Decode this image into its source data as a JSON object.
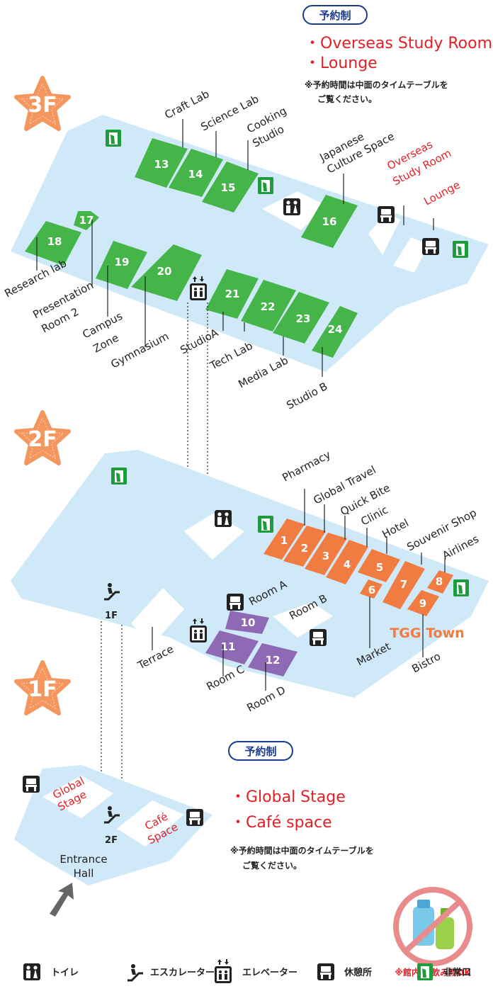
{
  "floors": {
    "f3": "3F",
    "f2": "2F",
    "f1": "1F"
  },
  "reservation_top": {
    "badge": "予約制",
    "items": [
      "・Overseas Study Room",
      "・Lounge"
    ],
    "note_line1": "※予約時間は中面のタイムテーブルを",
    "note_line2": "ご覧ください。"
  },
  "reservation_bottom": {
    "badge": "予約制",
    "items": [
      "・Global Stage",
      "・Café space"
    ],
    "note_line1": "※予約時間は中面のタイムテーブルを",
    "note_line2": "ご覧ください。"
  },
  "rooms_3f": [
    {
      "num": "13",
      "label": "Craft Lab"
    },
    {
      "num": "14",
      "label": "Science Lab"
    },
    {
      "num": "15",
      "label_lines": [
        "Cooking",
        "Studio"
      ]
    },
    {
      "num": "16",
      "label_lines": [
        "Japanese",
        "Culture Space"
      ]
    },
    {
      "num": "17",
      "label_lines": [
        "Presentation",
        "Room 2"
      ]
    },
    {
      "num": "18",
      "label": "Research lab"
    },
    {
      "num": "19",
      "label_lines": [
        "Campus",
        "Zone"
      ]
    },
    {
      "num": "20",
      "label": "Gymnasium"
    },
    {
      "num": "21",
      "label": "StudioA"
    },
    {
      "num": "22",
      "label": "Tech Lab"
    },
    {
      "num": "23",
      "label": "Media Lab"
    },
    {
      "num": "24",
      "label": "Studio B"
    }
  ],
  "labels_3f_red": {
    "overseas_lines": [
      "Overseas",
      "Study Room"
    ],
    "lounge": "Lounge"
  },
  "rooms_2f": [
    {
      "num": "1",
      "label": "Pharmacy"
    },
    {
      "num": "2",
      "label": "Global Travel"
    },
    {
      "num": "3",
      "label": "Quick Bite"
    },
    {
      "num": "4",
      "label": "Clinic"
    },
    {
      "num": "5",
      "label": "Hotel"
    },
    {
      "num": "6",
      "label": "Market"
    },
    {
      "num": "7",
      "label": "Souvenir Shop"
    },
    {
      "num": "8",
      "label": "Airlines"
    },
    {
      "num": "9",
      "label": "Bistro"
    },
    {
      "num": "10",
      "label": "Room A"
    },
    {
      "num": "11",
      "label": "Room C"
    },
    {
      "num": "12",
      "label": "Room D"
    }
  ],
  "labels_2f": {
    "room_b": "Room B",
    "terrace": "Terrace",
    "tgg_town": "TGG Town",
    "escalator_1f": "1F"
  },
  "labels_1f": {
    "global_stage_lines": [
      "Global",
      "Stage"
    ],
    "cafe_space_lines": [
      "Café",
      "Space"
    ],
    "entrance_lines": [
      "Entrance",
      "Hall"
    ],
    "escalator_2f": "2F"
  },
  "drink_note": "※館内 お飲み物OK",
  "legend": [
    {
      "icon": "toilet-icon",
      "label": "トイレ"
    },
    {
      "icon": "escalator-icon",
      "label": "エスカレーター"
    },
    {
      "icon": "elevator-icon",
      "label": "エレベーター"
    },
    {
      "icon": "rest-area-icon",
      "label": "休憩所"
    },
    {
      "icon": "emergency-exit-icon",
      "label": "非常口"
    }
  ],
  "colors": {
    "floor": "#cfe9f9",
    "green_room": "#45b549",
    "orange_room": "#f07c41",
    "purple_room": "#8e69b4",
    "star": "#f4965d",
    "red_text": "#e31f26",
    "tgg_town": "#f07c41"
  }
}
